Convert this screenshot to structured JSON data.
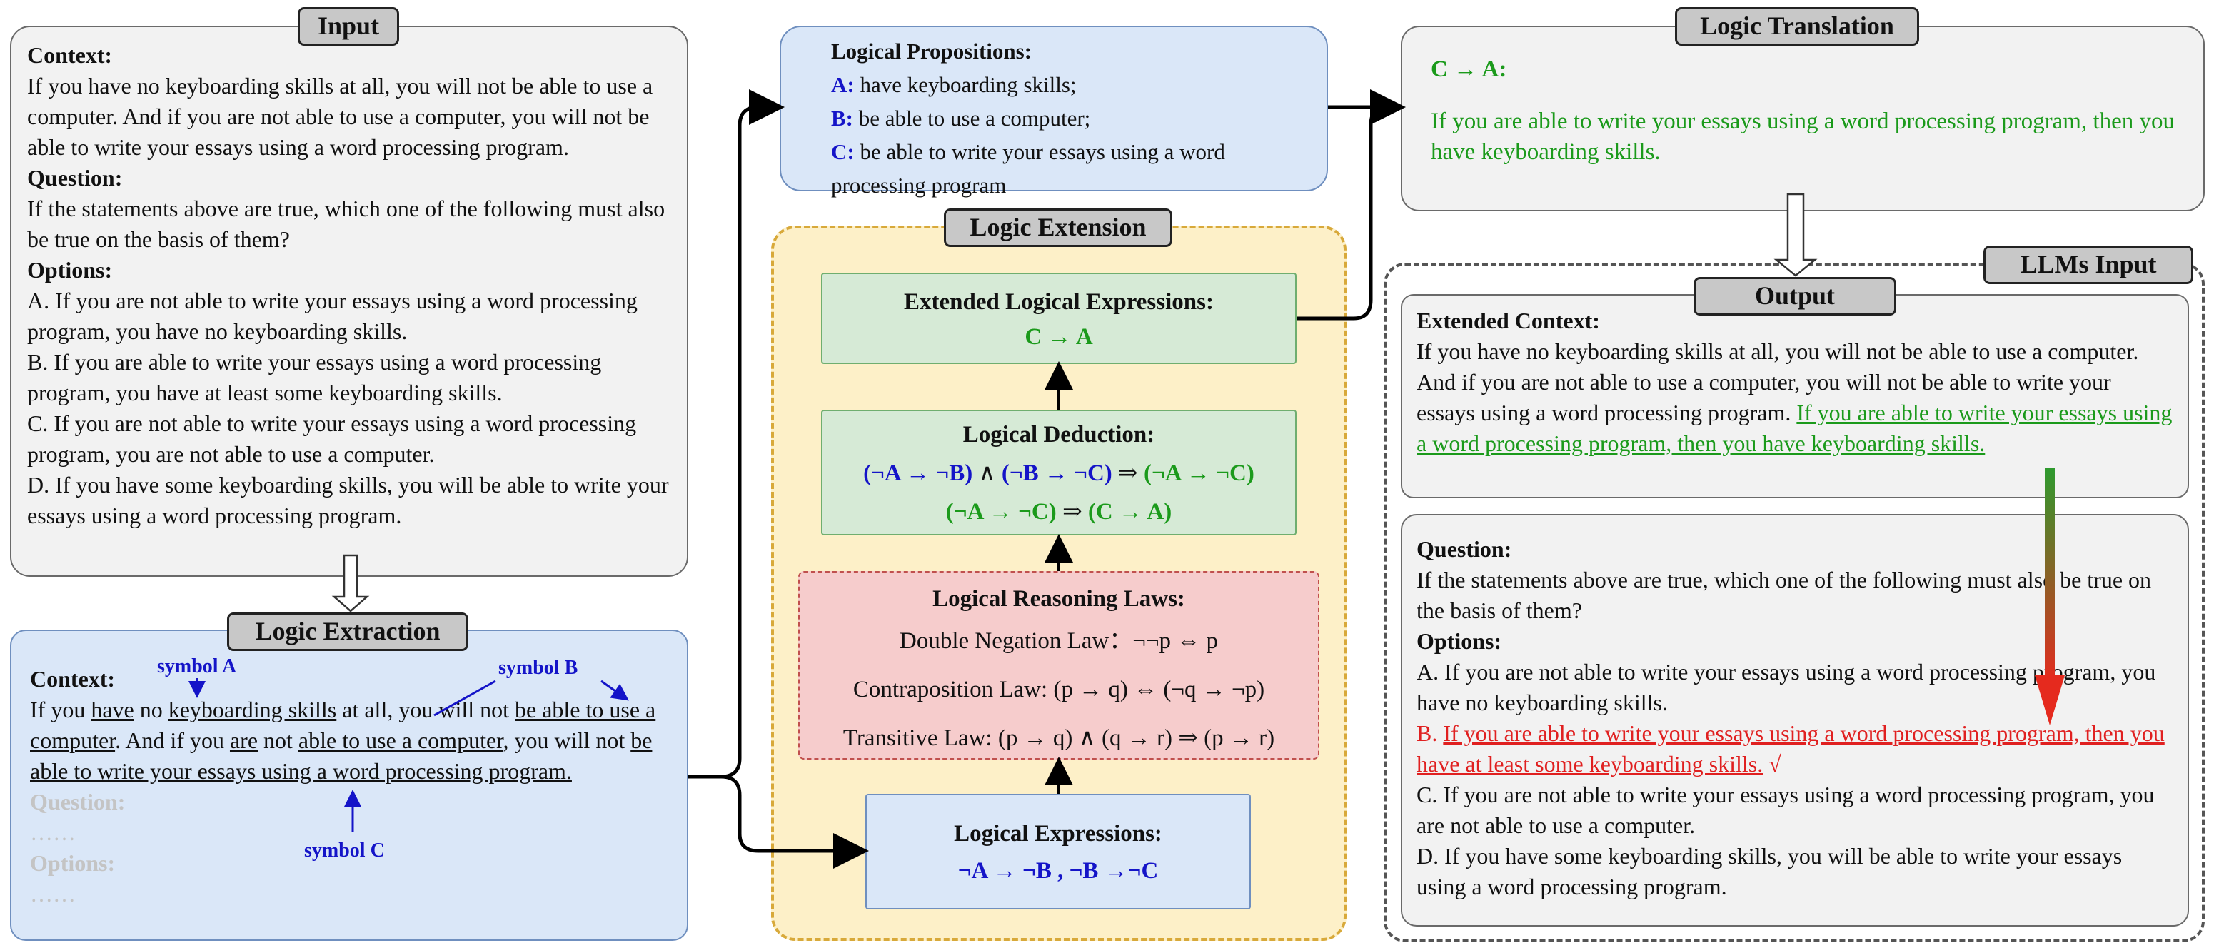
{
  "input": {
    "tag": "Input",
    "context_label": "Context:",
    "context_text": "If you have no keyboarding skills at all, you will not be able to use a computer. And if you are not able to use a computer, you will not be able to write your essays using a word processing program.",
    "question_label": "Question:",
    "question_text": "If the statements above are true, which one of the following must also be true on the basis of them?",
    "options_label": "Options:",
    "option_a": "A. If you are not able to write your essays using a word processing program, you have no keyboarding skills.",
    "option_b": "B. If you are able to write your essays using a word processing program, you have at least some keyboarding skills.",
    "option_c": "C. If you are not able to write your essays using a word processing program, you are not able to use a computer.",
    "option_d": "D. If you have some keyboarding skills, you will be able to write your essays using a word processing program."
  },
  "extraction": {
    "tag": "Logic Extraction",
    "context_label": "Context:",
    "s1": "If you ",
    "u1": "have",
    "s2": " no ",
    "u2": "keyboarding skills",
    "s3": " at all, you will not ",
    "u3": "be able to use a computer",
    "s4": ". And if you ",
    "u4": "are",
    "s5": " not ",
    "u5": "able to use a computer",
    "s6": ", you will not ",
    "u6": "be able to write your essays using a word processing program.",
    "question_label": "Question:",
    "question_dots": "……",
    "options_label": "Options:",
    "options_dots": "……",
    "symbol_a": "symbol A",
    "symbol_b": "symbol B",
    "symbol_c": "symbol C"
  },
  "propositions": {
    "title": "Logical Propositions:",
    "a_key": "A:",
    "a_text": " have keyboarding skills;",
    "b_key": "B:",
    "b_text": " be able to use a computer;",
    "c_key": "C:",
    "c_text_1": " be able to write your essays using a word",
    "c_text_2": "processing program"
  },
  "extension": {
    "tag": "Logic Extension",
    "extended_title": "Extended Logical Expressions:",
    "extended_expr": "C → A",
    "deduction_title": "Logical Deduction:",
    "ded_l1_p1": "(¬A → ¬B)",
    "ded_l1_p2": " ∧ ",
    "ded_l1_p3": "(¬B → ¬C)",
    "ded_l1_p4": " ⇒ ",
    "ded_l1_p5": "(¬A → ¬C)",
    "ded_l2_p1": "(¬A → ¬C)",
    "ded_l2_p2": " ⇒ ",
    "ded_l2_p3": "(C → A)",
    "laws_title": "Logical Reasoning Laws:",
    "law_1": "Double Negation Law：¬¬p ⇔ p",
    "law_2": "Contraposition Law: (p → q) ⇔ (¬q → ¬p)",
    "law_3": "Transitive Law: (p → q) ∧ (q → r) ⇒ (p → r)",
    "expr_title": "Logical Expressions:",
    "expr_text": "¬A → ¬B , ¬B →¬C"
  },
  "translation": {
    "tag": "Logic Translation",
    "formula": "C → A:",
    "text": "If you are able to write your essays using a word processing program, then you have keyboarding skills."
  },
  "llm": {
    "tag": "LLMs Input",
    "output_tag": "Output",
    "ext_context_label": "Extended Context:",
    "ext_context_text": "If you have no keyboarding skills at all, you will not be able to use a computer. And if you are not able to use a computer, you will not be able to write your essays using a word processing program. ",
    "ext_context_added": "If you are able to write your essays using a word processing program, then you have keyboarding skills.",
    "question_label": "Question:",
    "question_text": "If the statements above are true, which one of the following must also be true on the basis of them?",
    "options_label": "Options:",
    "option_a": "A. If you are not able to write your essays using a word processing program, you have no keyboarding skills.",
    "option_b_prefix": "B. ",
    "option_b_text": "If you are able to write your essays using a word processing program, then you have at least some keyboarding skills.",
    "option_b_check": " √",
    "option_c": "C. If you are not able to write your essays using a word processing program, you are not able to use a computer.",
    "option_d": "D. If you have some keyboarding skills, you will be able to write your essays using a word processing program."
  },
  "colors": {
    "blue_symbol": "#1414c8",
    "green_text": "#1b9a1b",
    "red_answer": "#e02020",
    "blue_box": "#dae7f8",
    "green_box": "#d6ead6",
    "pink_box": "#f6cccc",
    "yellow_box": "#fdf0c8",
    "gray_box": "#f2f2f2"
  }
}
